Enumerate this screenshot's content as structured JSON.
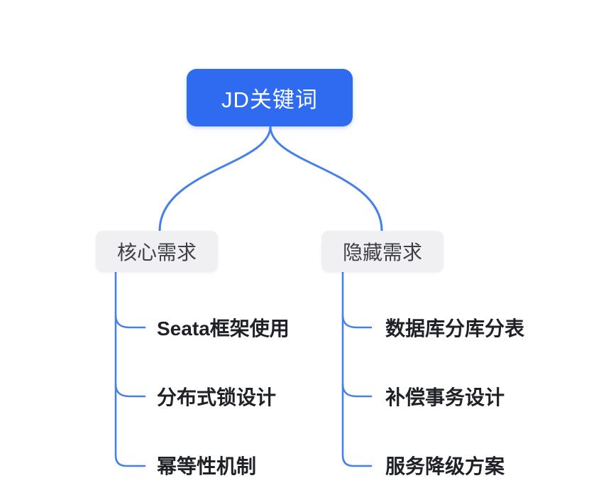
{
  "colors": {
    "root_bg": "#2e6bf0",
    "root_text": "#ffffff",
    "branch_bg": "#f0f0f2",
    "branch_text": "#3e4046",
    "leaf_text": "#1f2126",
    "connector": "#4680e8",
    "canvas_bg": "#ffffff"
  },
  "mindmap": {
    "root": {
      "label": "JD关键词"
    },
    "branches": [
      {
        "label": "核心需求",
        "children": [
          "Seata框架使用",
          "分布式锁设计",
          "幂等性机制"
        ]
      },
      {
        "label": "隐藏需求",
        "children": [
          "数据库分库分表",
          "补偿事务设计",
          "服务降级方案"
        ]
      }
    ]
  }
}
